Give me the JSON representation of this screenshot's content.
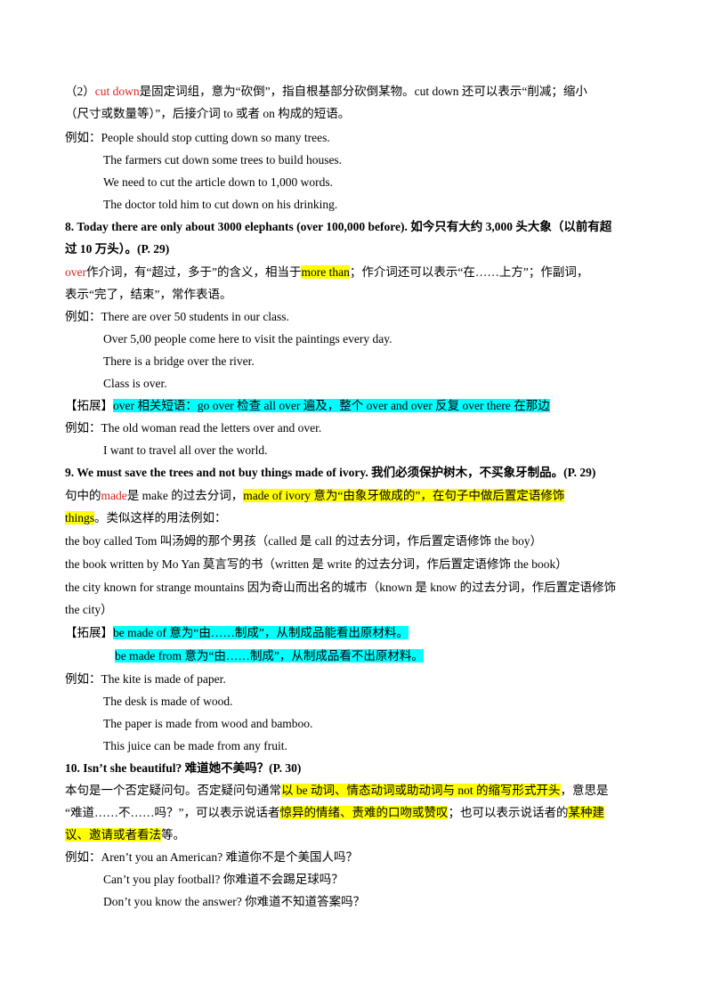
{
  "p1": {
    "l1_a": "（2）",
    "l1_b": "cut  down",
    "l1_c": "是固定词组，意为“砍倒”，指自根基部分砍倒某物。cut  down  还可以表示“削减；缩小",
    "l2": "（尺寸或数量等）”，后接介词 to 或者 on 构成的短语。",
    "ex_label": "例如：",
    "ex": [
      "People  should  stop  cutting  down  so  many  trees.",
      "The  farmers  cut down some trees to build houses.",
      "We  need  to  cut  the  article  down  to  1,000  words.",
      "The doctor told him to cut down on his drinking."
    ]
  },
  "p8": {
    "title1": "8. Today there are only about 3000 elephants (over 100,000 before).  如今只有大约 3,000 头大象（以前有超",
    "title2": "过 10 万头）。(P. 29)",
    "l1_a": "over",
    "l1_b": "作介词，有“超过，多于”的含义，相当于",
    "l1_c": "more  than",
    "l1_d": "；作介词还可以表示“在……上方”；作副词，",
    "l2": "表示“完了，结束”，常作表语。",
    "ex_label": "例如：",
    "ex": [
      "There  are  over  50  students  in  our  class.",
      "Over 5,00 people come here to visit the paintings every day.",
      "There  is  a  bridge  over  the  river.",
      "Class  is  over."
    ],
    "ext_label": "【拓展】",
    "ext_text": "over 相关短语：go  over  检查    all  over  遍及，整个    over  and  over  反复    over  there  在那边",
    "ex2_label": "例如：",
    "ex2": [
      "The  old woman read the letters over and over.",
      "I want to travel all over the world."
    ]
  },
  "p9": {
    "title": "9. We  must save the trees and not buy  things made of ivory.  我们必须保护树木，不买象牙制品。(P. 29)",
    "l1_a": "句中的",
    "l1_b": "made",
    "l1_c": "是 make  的过去分词，",
    "l1_d": "made  of  ivory 意为“由象牙做成的”，在句子中做后置定语修饰",
    "l2_a": "things",
    "l2_b": "。类似这样的用法例如：",
    "u1": "the  boy  called  Tom 叫汤姆的那个男孩（called 是 call 的过去分词，作后置定语修饰 the  boy）",
    "u2": "the  book  written  by Mo Yan 莫言写的书（written 是 write 的过去分词，作后置定语修饰 the  book）",
    "u3": "the city known for strange mountains 因为奇山而出名的城市（known 是 know 的过去分词，作后置定语修饰",
    "u4": "the  city）",
    "ext_label": "【拓展】",
    "ext1": "be  made  of  意为“由……制成”，从制成品能看出原材料。",
    "ext2": "be  made  from  意为“由……制成”，从制成品看不出原材料。",
    "ex_label": "例如：",
    "ex": [
      "The  kite  is  made  of  paper.",
      "The  desk is made of wood.",
      "The  paper  is  made  from  wood  and  bamboo.",
      "This juice can be made from any fruit."
    ]
  },
  "p10": {
    "title": "10. Isn’t she beautiful?  难道她不美吗？(P. 30)",
    "l1_a": "本句是一个否定疑问句。否定疑问句通常",
    "l1_b": "以 be 动词、情态动词或助动词与 not 的缩写形式开头",
    "l1_c": "，意思是",
    "l2_a": "“难道……不……吗？”，可以表示说话者",
    "l2_b": "惊异的情绪、责难的口吻或赞叹",
    "l2_c": "；也可以表示说话者的",
    "l2_d": "某种建",
    "l3_a": "议、邀请或者看法",
    "l3_b": "等。",
    "ex_label": "例如：",
    "ex": [
      "Aren’t  you  an  American?  难道你不是个美国人吗？",
      "Can’t  you  play  football?  你难道不会踢足球吗？",
      "Don’t you know the answer?  你难道不知道答案吗？"
    ]
  }
}
